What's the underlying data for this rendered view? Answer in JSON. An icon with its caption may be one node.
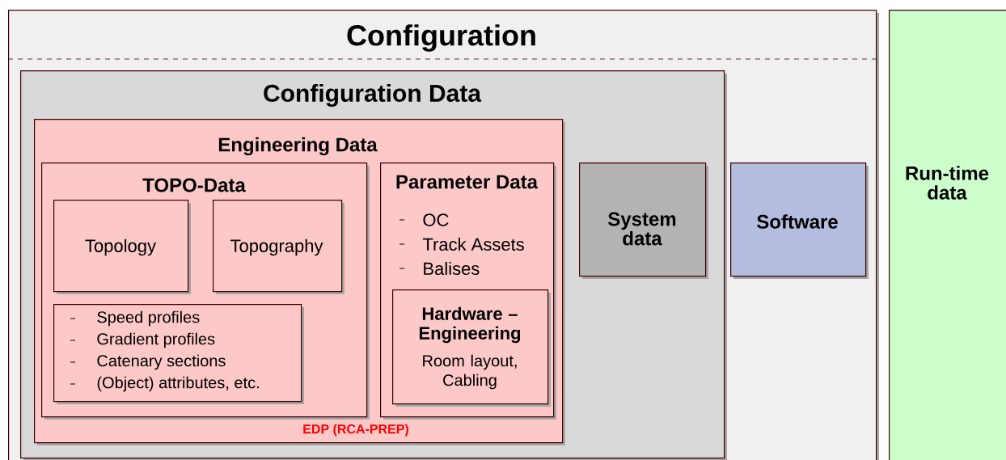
{
  "diagram": {
    "nodes": [
      {
        "text": [
          "Configuration"
        ]
      },
      {
        "text": [
          "Configuration Data"
        ],
        "in": 0
      },
      {
        "text": [
          "Engineering Data",
          "EDP (RCA-PREP)"
        ],
        "in": 1
      },
      {
        "text": [
          "TOPO-Data"
        ],
        "in": 2
      },
      {
        "text": [
          "Topology"
        ],
        "in": 3
      },
      {
        "text": [
          "Topography"
        ],
        "in": 3
      },
      {
        "text": [
          "Speed profiles",
          "Gradient profiles",
          "Catenary sections",
          "(Object) attributes, etc."
        ],
        "in": 3
      },
      {
        "text": [
          "Parameter Data",
          "OC",
          "Track Assets",
          "Balises"
        ],
        "in": 2
      },
      {
        "text": [
          "Hardware – Engineering",
          "Room layout, Cabling"
        ],
        "in": 7
      },
      {
        "text": [
          "System data"
        ],
        "in": 1
      },
      {
        "text": [
          "Software"
        ],
        "in": 0
      },
      {
        "text": [
          "Run-time data"
        ]
      }
    ]
  }
}
